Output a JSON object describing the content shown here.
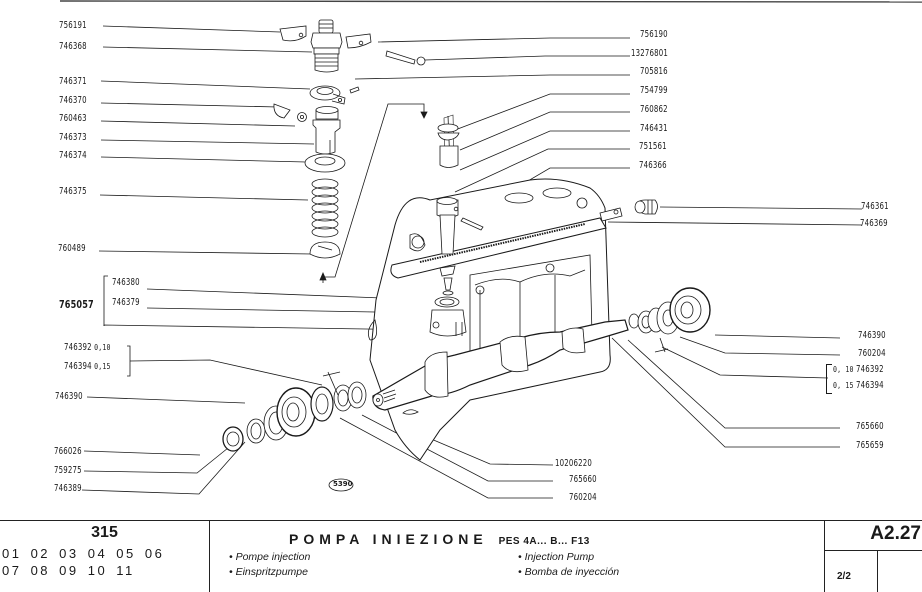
{
  "drawing": {
    "figure_id": "5390",
    "labels_left": [
      {
        "id": "756191"
      },
      {
        "id": "746368"
      },
      {
        "id": "746371"
      },
      {
        "id": "746370"
      },
      {
        "id": "760463"
      },
      {
        "id": "746373"
      },
      {
        "id": "746374"
      },
      {
        "id": "746375"
      },
      {
        "id": "760489"
      },
      {
        "id": "746390"
      },
      {
        "id": "766026"
      },
      {
        "id": "759275"
      },
      {
        "id": "746389"
      }
    ],
    "group_assembly": {
      "id": "765057",
      "members": [
        "746380",
        "746379"
      ]
    },
    "shims_left": [
      {
        "id": "746392",
        "thickness": "0,10"
      },
      {
        "id": "746394",
        "thickness": "0,15"
      }
    ],
    "labels_right_top": [
      "756190",
      "13276801",
      "705816",
      "754799",
      "760862",
      "746431",
      "751561",
      "746366"
    ],
    "labels_right_mid": [
      "746361",
      "746369",
      "746390",
      "760204"
    ],
    "shims_right": [
      {
        "id": "746392",
        "thickness": "0, 10"
      },
      {
        "id": "746394",
        "thickness": "0, 15"
      }
    ],
    "labels_right_low": [
      "765660",
      "765659"
    ],
    "labels_bottom_center": [
      "10206220",
      "765660",
      "760204"
    ]
  },
  "footer": {
    "group_number": "315",
    "models_row1": "01 02 03 04 05 06",
    "models_row2": "07 08 09 10 11",
    "title": "POMPA INIEZIONE",
    "title_suffix": "PES 4A... B... F13",
    "translations": [
      "• Pompe injection",
      "• Einspritzpumpe",
      "• Injection Pump",
      "• Bomba de inyección"
    ],
    "reference_code": "A2.27",
    "sheet": "2/2"
  }
}
